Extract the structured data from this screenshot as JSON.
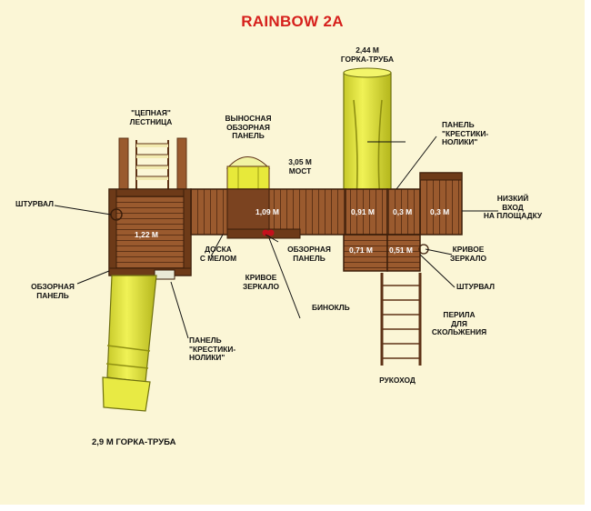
{
  "title": "RAINBOW 2A",
  "labels": {
    "tube_top": "2,44 М\nГОРКА-ТРУБА",
    "chain_ladder": "\"ЦЕПНАЯ\"\nЛЕСТНИЦА",
    "lookout_panel_top": "ВЫНОСНАЯ\nОБЗОРНАЯ\nПАНЕЛЬ",
    "bridge": "3,05 М\nМОСТ",
    "tictactoe_top": "ПАНЕЛЬ\n\"КРЕСТИКИ-\nНОЛИКИ\"",
    "low_entry": "НИЗКИЙ\nВХОД\nНА ПЛОЩАДКУ",
    "steering_left": "ШТУРВАЛ",
    "chalkboard": "ДОСКА\nС МЕЛОМ",
    "view_panel_mid": "ОБЗОРНАЯ\nПАНЕЛЬ",
    "curved_mirror_right": "КРИВОЕ\nЗЕРКАЛО",
    "view_panel_left": "ОБЗОРНАЯ\nПАНЕЛЬ",
    "curved_mirror_mid": "КРИВОЕ\nЗЕРКАЛО",
    "steering_right": "ШТУРВАЛ",
    "binoculars": "БИНОКЛЬ",
    "rails": "ПЕРИЛА\nДЛЯ\nСКОЛЬЖЕНИЯ",
    "tictactoe_bottom": "ПАНЕЛЬ\n\"КРЕСТИКИ-\nНОЛИКИ\"",
    "monkey_bars": "РУКОХОД",
    "tube_bottom": "2,9 М ГОРКА-ТРУБА"
  },
  "dimensions": {
    "d1": "1,22 М",
    "d2": "1,09 М",
    "d3": "0,91 М",
    "d4": "0,3 М",
    "d5": "0,3 М",
    "d6": "0,71 М",
    "d7": "0,51 М"
  },
  "colors": {
    "background": "#fbf6d6",
    "title": "#d6201c",
    "wood": "#9a5a2e",
    "wood_dark": "#5e3216",
    "slide": "#e4e63a",
    "slide_dark": "#b8ba1a",
    "ladder": "#f2eab0"
  }
}
